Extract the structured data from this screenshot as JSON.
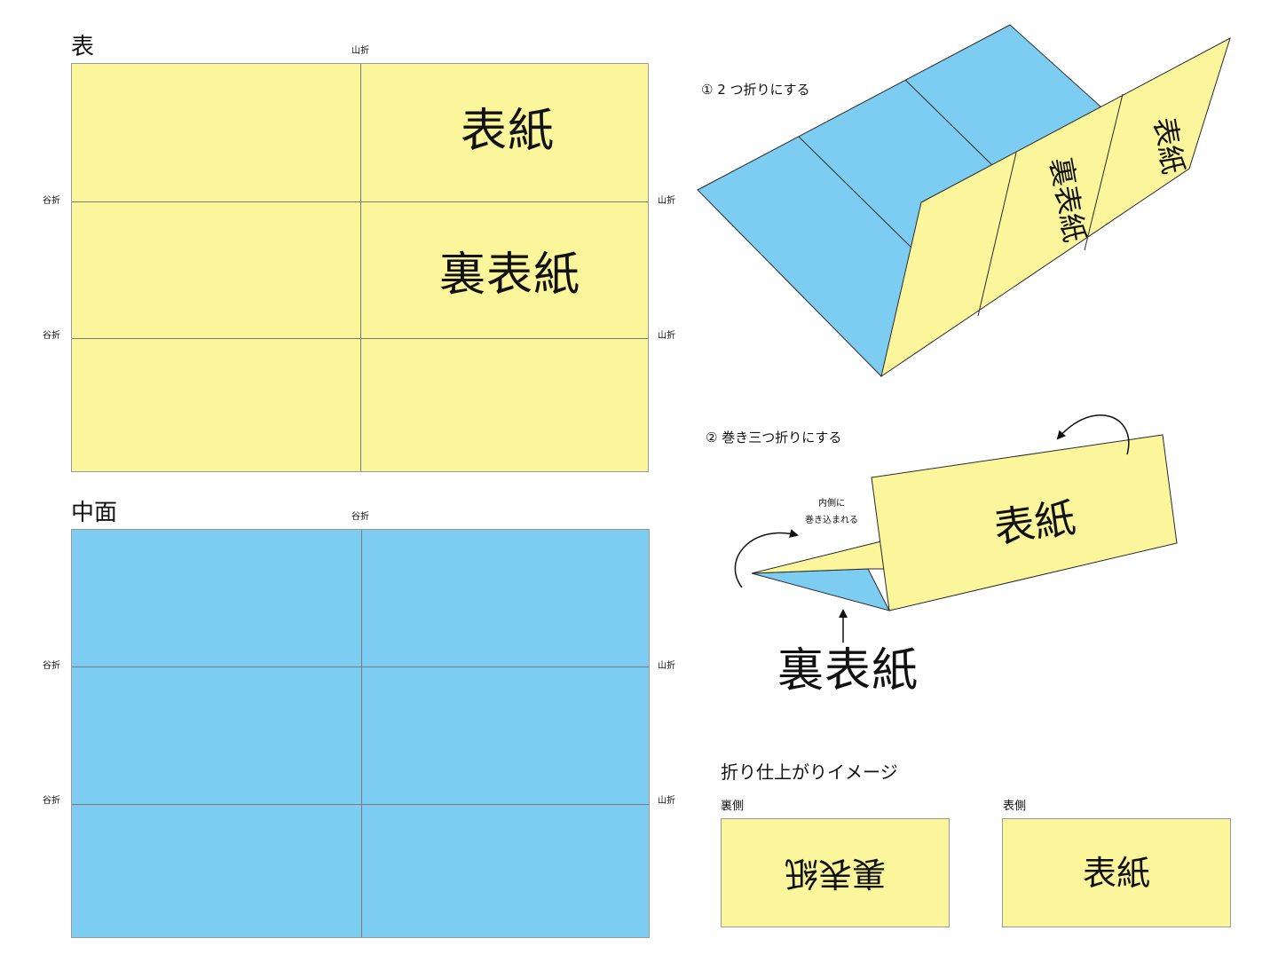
{
  "colors": {
    "yellow": "#fbf59c",
    "blue": "#7dcdf3",
    "line": "#7a7a7a",
    "outline": "#2a2a2a"
  },
  "front": {
    "title": "表",
    "top_fold_label": "山折",
    "left_fold_labels": [
      "谷折",
      "谷折"
    ],
    "right_fold_labels": [
      "山折",
      "山折"
    ],
    "cover_text": "表紙",
    "back_cover_text": "裏表紙"
  },
  "inside": {
    "title": "中面",
    "top_fold_label": "谷折",
    "left_fold_labels": [
      "谷折",
      "谷折"
    ],
    "right_fold_labels": [
      "山折",
      "山折"
    ]
  },
  "step1": {
    "title": "① 2 つ折りにする",
    "cover_text": "表紙",
    "back_cover_text": "裏表紙"
  },
  "step2": {
    "title": "② 巻き三つ折りにする",
    "note_line1": "内側に",
    "note_line2": "巻き込まれる",
    "cover_text": "表紙",
    "back_cover_text": "裏表紙"
  },
  "result": {
    "title": "折り仕上がりイメージ",
    "back_side_label": "裏側",
    "front_side_label": "表側",
    "back_card_text": "裏表紙",
    "front_card_text": "表紙"
  }
}
